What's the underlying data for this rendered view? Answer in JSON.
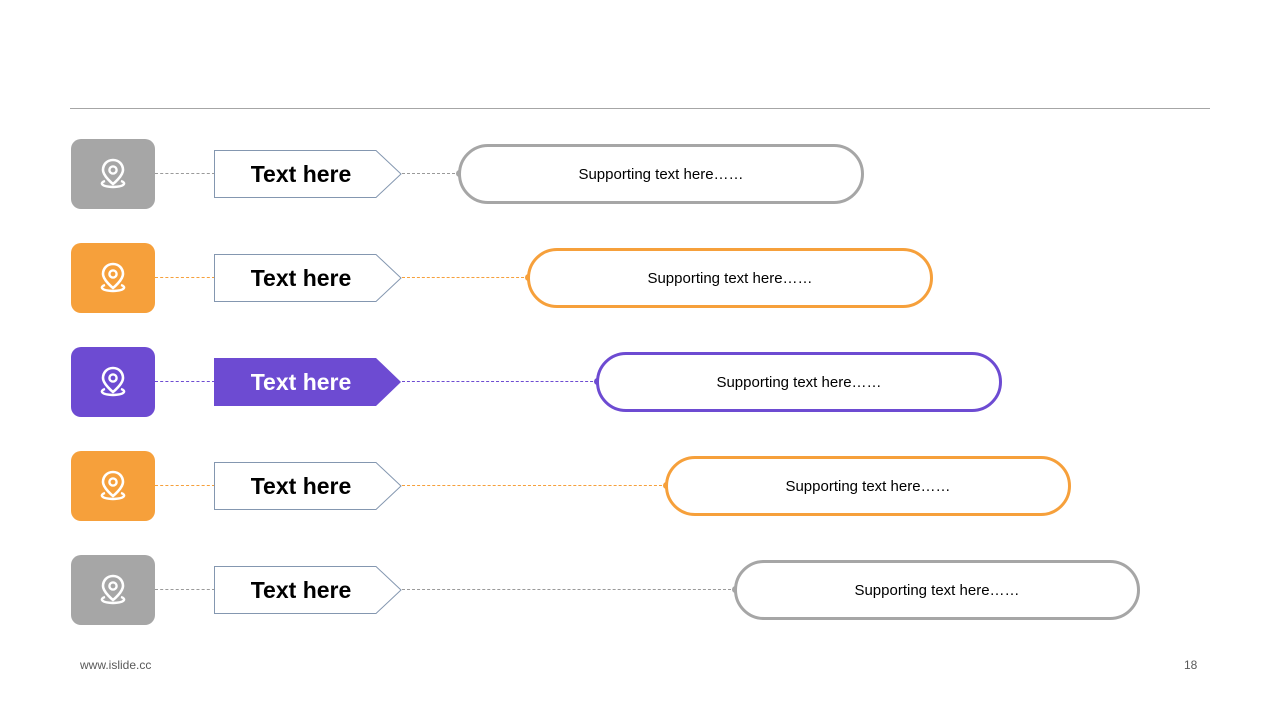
{
  "colors": {
    "gray": "#a6a6a6",
    "orange": "#f6a03b",
    "purple": "#6d4bd2",
    "tag_border": "#8497b0"
  },
  "rows": [
    {
      "icon": "location-pin-icon",
      "color": "gray",
      "tag_label": "Text here",
      "tag_filled": false,
      "support": "Supporting text here……"
    },
    {
      "icon": "location-pin-icon",
      "color": "orange",
      "tag_label": "Text here",
      "tag_filled": false,
      "support": "Supporting text here……"
    },
    {
      "icon": "location-pin-icon",
      "color": "purple",
      "tag_label": "Text here",
      "tag_filled": true,
      "support": "Supporting text here……"
    },
    {
      "icon": "location-pin-icon",
      "color": "orange",
      "tag_label": "Text here",
      "tag_filled": false,
      "support": "Supporting text here……"
    },
    {
      "icon": "location-pin-icon",
      "color": "gray",
      "tag_label": "Text here",
      "tag_filled": false,
      "support": "Supporting text here……"
    }
  ],
  "footer": {
    "url": "www.islide.cc",
    "page": "18"
  }
}
